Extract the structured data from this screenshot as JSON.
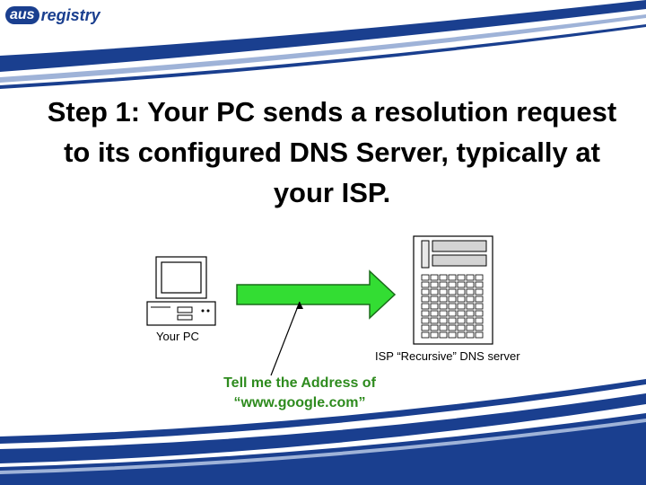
{
  "logo": {
    "brand_mark": "aus",
    "brand_rest": "registry"
  },
  "slide": {
    "title": "Step 1: Your PC sends a resolution request to its configured DNS Server, typically at your ISP."
  },
  "diagram": {
    "pc_label": "Your PC",
    "server_label": "ISP “Recursive” DNS server",
    "request_line1": "Tell me the Address of",
    "request_line2": "“www.google.com”"
  },
  "colors": {
    "brand_blue": "#1a3f8f",
    "arrow_green": "#33dd33",
    "request_text": "#2e8b1e"
  }
}
